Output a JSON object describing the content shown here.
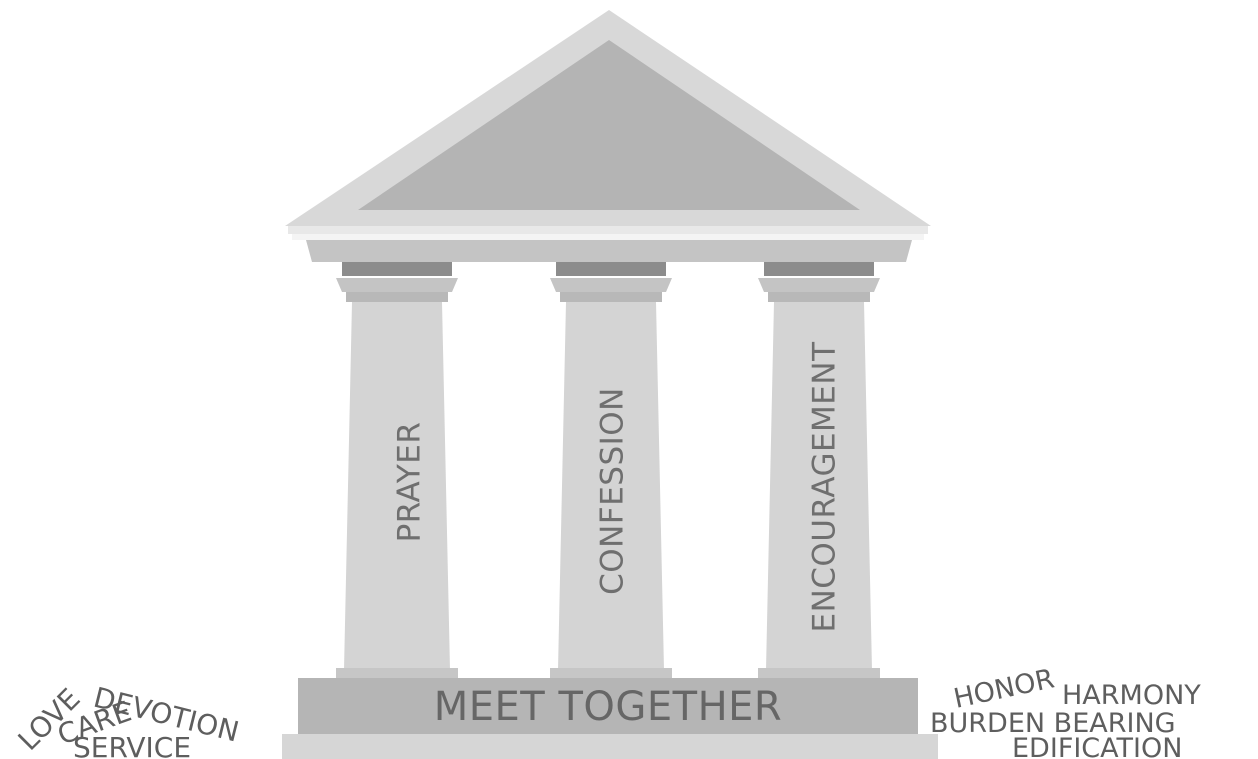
{
  "columns": [
    {
      "label": "PRAYER"
    },
    {
      "label": "CONFESSION"
    },
    {
      "label": "ENCOURAGEMENT"
    }
  ],
  "base": {
    "label": "MEET TOGETHER"
  },
  "left_words": [
    "LOVE",
    "CARE",
    "DEVOTION",
    "SERVICE"
  ],
  "right_words": [
    "HONOR",
    "HARMONY",
    "BURDEN BEARING",
    "EDIFICATION"
  ],
  "colors": {
    "roof_outer": "#d9d9d9",
    "roof_inner": "#b5b5b5",
    "column": "#d4d4d4",
    "column_cap_dark": "#8e8e8e",
    "base": "#b5b5b5",
    "text": "#666666"
  }
}
